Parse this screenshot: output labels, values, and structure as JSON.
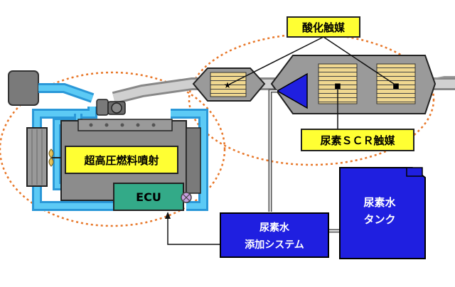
{
  "labels": {
    "oxidation_catalyst": "酸化触媒",
    "urea_scr_catalyst": "尿素ＳＣＲ触媒",
    "ultra_high_pressure_injection": "超高圧燃料噴射",
    "ecu": "ECU",
    "urea_water_dosing_line1": "尿素水",
    "urea_water_dosing_line2": "添加システム",
    "urea_water_tank_line1": "尿素水",
    "urea_water_tank_line2": "タンク"
  },
  "colors": {
    "label_yellow": "#ffff33",
    "engine_gray": "#8c8c8c",
    "pipe_cyan": "#33bbee",
    "ecu_green": "#33aa88",
    "urea_blue": "#1f1fe0",
    "ellipse_orange": "#e8782a",
    "catalyst_brick": "#f0d890"
  }
}
